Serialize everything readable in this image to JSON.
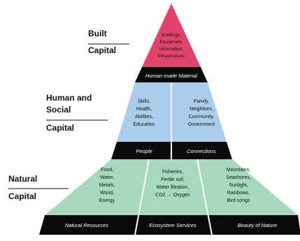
{
  "colors": {
    "built": "#e2436c",
    "human": "#a9cdea",
    "natural": "#a6d9bd",
    "band": "#0a0a0a",
    "band_text": "#ffffff",
    "divider": "#ffffff",
    "label_text": "#111111"
  },
  "tiers": {
    "built": {
      "label_line1": "Built",
      "label_line2": "Capital",
      "content": [
        "Buildings,",
        "Equipment,",
        "Information,",
        "Infrastructure"
      ],
      "band": "Human-made Material"
    },
    "human": {
      "label_line1": "Human and",
      "label_line2": "Social",
      "label_line3": "Capital",
      "left_content": [
        "Skills,",
        "Health,",
        "Abilities,",
        "Education"
      ],
      "right_content": [
        "Family,",
        "Neighbors,",
        "Community,",
        "Government"
      ],
      "band_left": "People",
      "band_right": "Connections"
    },
    "natural": {
      "label_line1": "Natural",
      "label_line2": "Capital",
      "col1_content": [
        "Food,",
        "Water,",
        "Metals,",
        "Wood,",
        "Energy"
      ],
      "col2_content": [
        "Fisheries,",
        "Fertile soil,",
        "Water filtration,",
        "CO2 → Oxygen"
      ],
      "col3_content": [
        "Mountains,",
        "Seashores,",
        "Sunlight,",
        "Rainbows,",
        "Bird songs"
      ],
      "band_1": "Natural Resources",
      "band_2": "Ecosystem Services",
      "band_3": "Beauty of Nature"
    }
  }
}
